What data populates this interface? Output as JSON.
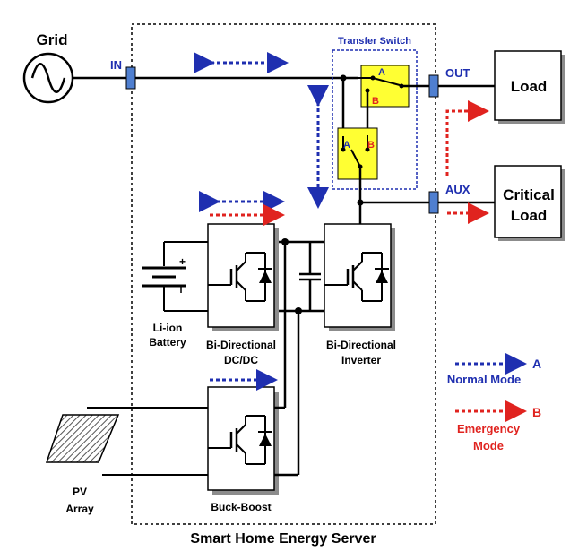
{
  "labels": {
    "grid": "Grid",
    "in": "IN",
    "out": "OUT",
    "aux": "AUX",
    "transfer_switch": "Transfer Switch",
    "switch_a_top": "A",
    "switch_b_top": "B",
    "switch_a_bottom": "A",
    "switch_b_bottom": "B",
    "load": "Load",
    "critical_load_line1": "Critical",
    "critical_load_line2": "Load",
    "battery_line1": "Li-ion",
    "battery_line2": "Battery",
    "dcdc_line1": "Bi-Directional",
    "dcdc_line2": "DC/DC",
    "inverter_line1": "Bi-Directional",
    "inverter_line2": "Inverter",
    "buck_boost": "Buck-Boost",
    "pv_line1": "PV",
    "pv_line2": "Array",
    "server_title": "Smart Home Energy Server"
  },
  "legend": {
    "normal_letter": "A",
    "normal_label": "Normal Mode",
    "emergency_letter": "B",
    "emergency_line1": "Emergency",
    "emergency_line2": "Mode"
  },
  "colors": {
    "normal": "#1f2fb0",
    "emergency": "#e0231f",
    "switch_fill": "#ffff33",
    "connector": "#4f7fd0",
    "shadow": "#8c8c8c"
  }
}
